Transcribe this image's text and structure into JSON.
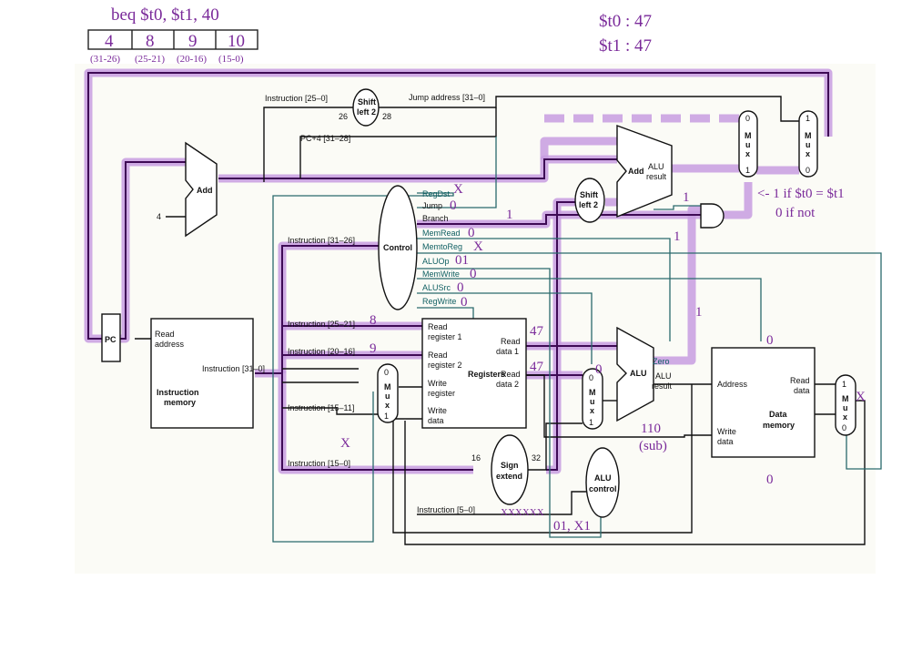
{
  "annotations": {
    "instruction": "beq $t0, $t1, 40",
    "fields": [
      "4",
      "8",
      "9",
      "10"
    ],
    "bit_ranges": [
      "(31-26)",
      "(25-21)",
      "(20-16)",
      "(15-0)"
    ],
    "reg_t0": "$t0 : 47",
    "reg_t1": "$t1 : 47",
    "zero_note_1": "<- 1 if $t0 = $t1",
    "zero_note_2": "0 if not",
    "regdst_val": "X",
    "jump_val": "0",
    "branch_val": "1",
    "memread_val": "0",
    "memtoreg_val": "X",
    "aluop_val": "01",
    "memwrite_val": "0",
    "alusrc_val": "0",
    "regwrite_val": "0",
    "rr1_val": "8",
    "rr2_val": "9",
    "wr_mux_val": "X",
    "rd1_val": "47",
    "rd2_val": "47",
    "alusrc_mux_val": "0",
    "alu_ctrl_val": "110",
    "alu_ctrl_sub": "(sub)",
    "memtoreg_mux_val": "X",
    "zero_out_val": "0",
    "mem_read_data_val": "0",
    "sign_ext_val": "XXXXXX",
    "aluctrl_in_val": "01, X1",
    "shift_out_val": "1",
    "and_in_val": "1",
    "zero_line_val": "1"
  },
  "labels": {
    "instr_25_0": "Instruction [25–0]",
    "shift_left_2_top": "Shift left 2",
    "n26": "26",
    "n28": "28",
    "jump_address": "Jump address [31–0]",
    "pc4": "PC+4 [31–28]",
    "add": "Add",
    "four": "4",
    "pc": "PC",
    "read_address": "Read address",
    "instruction_31_0": "Instruction [31–0]",
    "instruction_memory": "Instruction memory",
    "instr_31_26": "Instruction [31–26]",
    "instr_25_21": "Instruction [25–21]",
    "instr_20_16": "Instruction [20–16]",
    "instr_15_11": "Instruction [15–11]",
    "instr_15_0": "Instruction [15–0]",
    "instr_5_0": "Instruction [5–0]",
    "control": "Control",
    "regdst": "RegDst",
    "jump": "Jump",
    "branch": "Branch",
    "memread": "MemRead",
    "memtoreg": "MemtoReg",
    "aluop": "ALUOp",
    "memwrite": "MemWrite",
    "alusrc": "ALUSrc",
    "regwrite": "RegWrite",
    "read_register_1": "Read register 1",
    "read_register_2": "Read register 2",
    "write_register": "Write register",
    "write_data": "Write data",
    "registers": "Registers",
    "read_data_1": "Read data 1",
    "read_data_2": "Read data 2",
    "mux": "Mux",
    "shift_left_2": "Shift left 2",
    "alu_result": "ALU result",
    "alu": "ALU",
    "zero": "Zero",
    "address": "Address",
    "data_memory": "Data memory",
    "mem_read_data": "Read data",
    "mem_write_data": "Write data",
    "sign_extend": "Sign extend",
    "n16": "16",
    "n32": "32",
    "alu_control": "ALU control",
    "m0": "0",
    "m1": "1"
  }
}
